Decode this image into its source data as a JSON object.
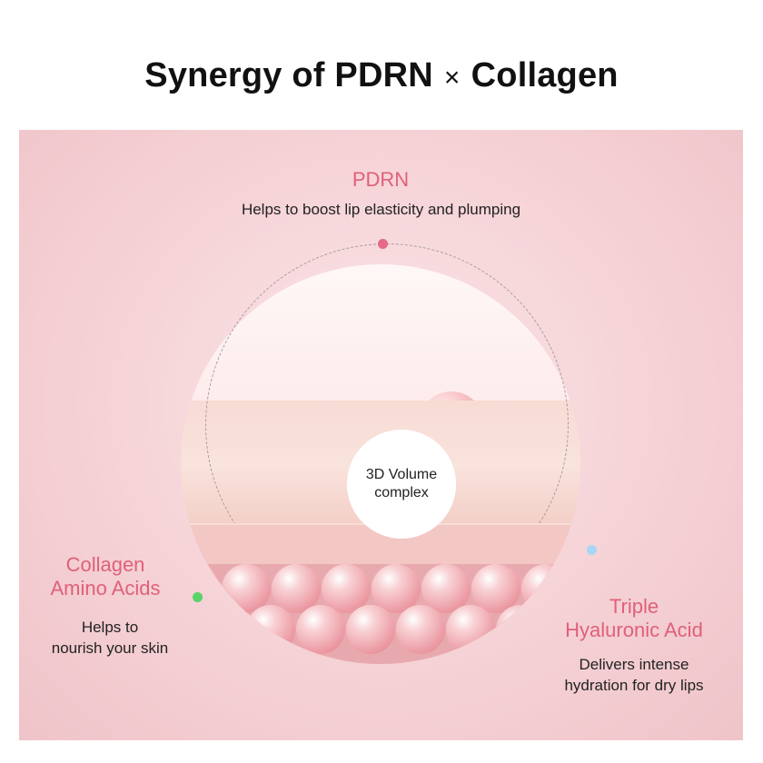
{
  "title": {
    "left": "Synergy of PDRN",
    "times": "×",
    "right": "Collagen"
  },
  "center": {
    "line1": "3D Volume",
    "line2": "complex"
  },
  "pdrn": {
    "heading": "PDRN",
    "description": "Helps to boost lip elasticity and plumping",
    "dot_color": "#e56a87"
  },
  "collagen": {
    "heading_line1": "Collagen",
    "heading_line2": "Amino Acids",
    "desc_line1": "Helps to",
    "desc_line2": "nourish your skin",
    "dot_color": "#5ad26a"
  },
  "hyaluronic": {
    "heading_line1": "Triple",
    "heading_line2": "Hyaluronic Acid",
    "desc_line1": "Delivers intense",
    "desc_line2": "hydration for dry lips",
    "dot_color": "#a7d7f5"
  },
  "colors": {
    "accent": "#e0607a",
    "panel": "#f5d2d6"
  }
}
